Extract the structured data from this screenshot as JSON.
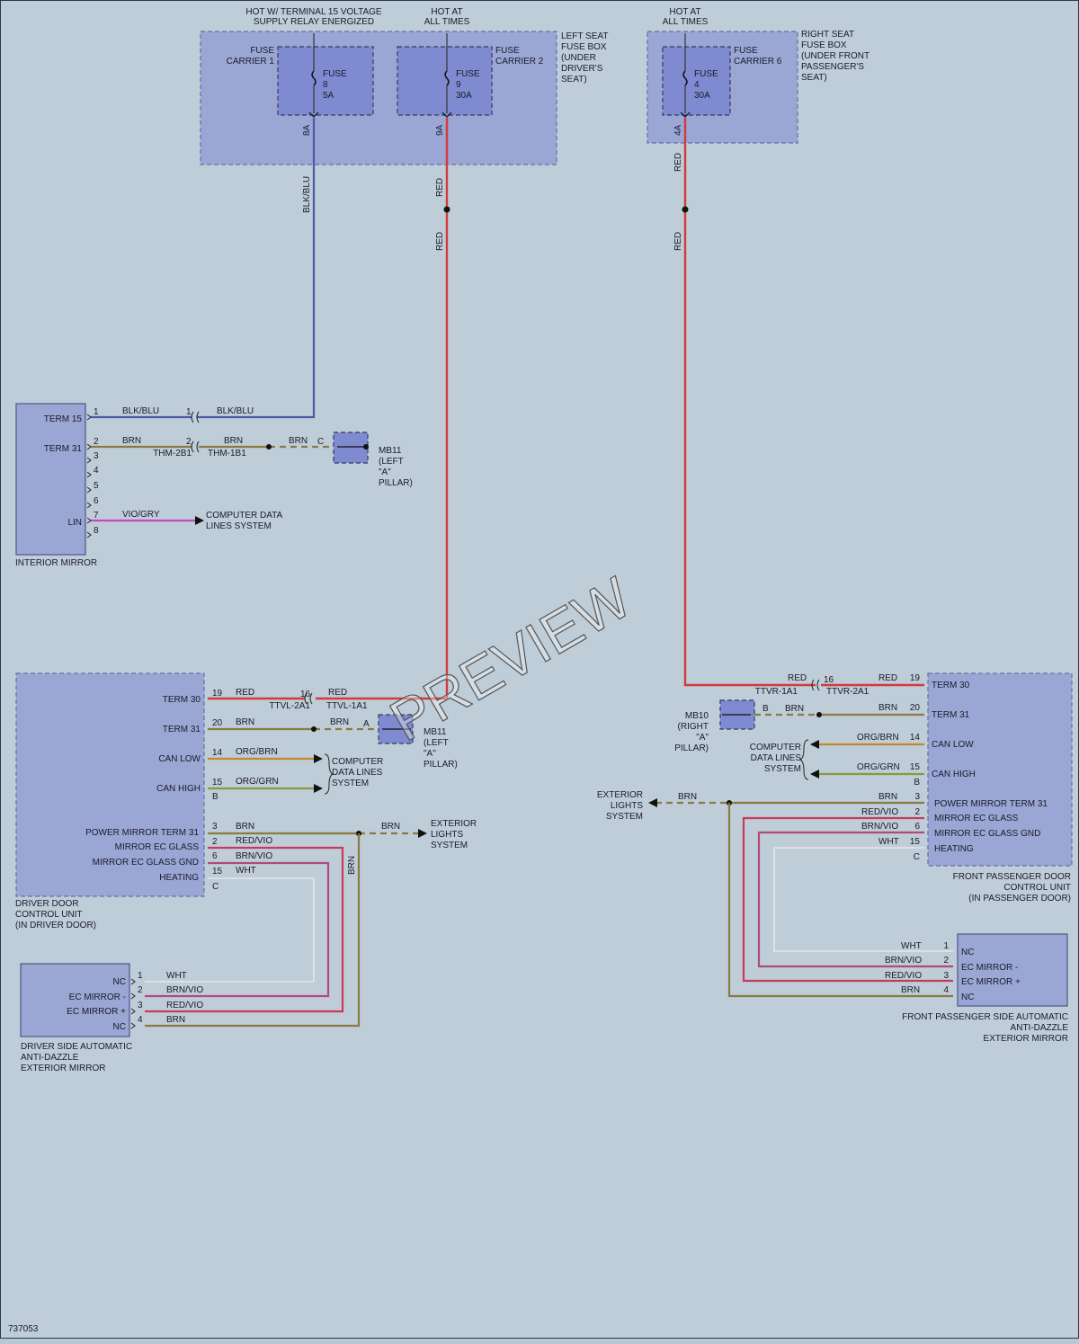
{
  "diagram_id": "737053",
  "watermark": "PREVIEW",
  "top_labels": {
    "hot_term15_l1": "HOT W/ TERMINAL 15 VOLTAGE",
    "hot_term15_l2": "SUPPLY RELAY ENERGIZED",
    "hot_all_l1": "HOT AT",
    "hot_all_l2": "ALL TIMES"
  },
  "left_fuse_box": {
    "l1": "LEFT SEAT",
    "l2": "FUSE BOX",
    "l3": "(UNDER",
    "l4": "DRIVER'S",
    "l5": "SEAT)",
    "carrier1_l1": "FUSE",
    "carrier1_l2": "CARRIER 1",
    "carrier2_l1": "FUSE",
    "carrier2_l2": "CARRIER 2",
    "fuse8": [
      "FUSE",
      "8",
      "5A"
    ],
    "fuse9": [
      "FUSE",
      "9",
      "30A"
    ],
    "pin8": "8A",
    "pin9": "9A"
  },
  "right_fuse_box": {
    "l1": "RIGHT SEAT",
    "l2": "FUSE BOX",
    "l3": "(UNDER FRONT",
    "l4": "PASSENGER'S",
    "l5": "SEAT)",
    "carrier_l1": "FUSE",
    "carrier_l2": "CARRIER 6",
    "fuse4": [
      "FUSE",
      "4",
      "30A"
    ],
    "pin4": "4A"
  },
  "wire_colors": {
    "blk_blu": "BLK/BLU",
    "red": "RED",
    "brn": "BRN",
    "vio_gry": "VIO/GRY",
    "org_brn": "ORG/BRN",
    "org_grn": "ORG/GRN",
    "red_vio": "RED/VIO",
    "brn_vio": "BRN/VIO",
    "wht": "WHT"
  },
  "interior_mirror": {
    "name": "INTERIOR MIRROR",
    "term15": "TERM 15",
    "term31": "TERM 31",
    "lin": "LIN",
    "pins": [
      "1",
      "2",
      "3",
      "4",
      "5",
      "6",
      "7",
      "8"
    ],
    "conn_thm2": "THM-2B1",
    "conn_thm1": "THM-1B1",
    "pin1": "1",
    "pin2": "2",
    "pinC": "C",
    "ground": [
      "MB11",
      "(LEFT",
      "\"A\"",
      "PILLAR)"
    ],
    "data_lines": [
      "COMPUTER DATA",
      "LINES SYSTEM"
    ]
  },
  "driver_door_cu": {
    "name": [
      "DRIVER DOOR",
      "CONTROL UNIT",
      "(IN DRIVER DOOR)"
    ],
    "term30": "TERM 30",
    "term31": "TERM 31",
    "can_low": "CAN LOW",
    "can_high": "CAN HIGH",
    "pm_term31": "POWER MIRROR TERM 31",
    "ec_glass": "MIRROR EC GLASS",
    "ec_glass_gnd": "MIRROR EC GLASS GND",
    "heating": "HEATING",
    "pins": {
      "p19": "19",
      "p20": "20",
      "p14": "14",
      "p15a": "15",
      "pB": "B",
      "p3": "3",
      "p2": "2",
      "p6": "6",
      "p15b": "15",
      "pC": "C"
    },
    "conn_ttvl2": "TTVL-2A1",
    "conn_ttvl1": "TTVL-1A1",
    "pin16": "16",
    "pinA": "A",
    "ground": [
      "MB11",
      "(LEFT",
      "\"A\"",
      "PILLAR)"
    ],
    "data_lines": [
      "COMPUTER",
      "DATA LINES",
      "SYSTEM"
    ],
    "ext_lights": [
      "EXTERIOR",
      "LIGHTS",
      "SYSTEM"
    ]
  },
  "driver_mirror": {
    "name": [
      "DRIVER SIDE AUTOMATIC",
      "ANTI-DAZZLE",
      "EXTERIOR MIRROR"
    ],
    "nc1": "NC",
    "ec_minus": "EC MIRROR -",
    "ec_plus": "EC MIRROR +",
    "nc4": "NC",
    "pins": [
      "1",
      "2",
      "3",
      "4"
    ]
  },
  "pass_door_cu": {
    "name": [
      "FRONT PASSENGER DOOR",
      "CONTROL UNIT",
      "(IN PASSENGER DOOR)"
    ],
    "term30": "TERM 30",
    "term31": "TERM 31",
    "can_low": "CAN LOW",
    "can_high": "CAN HIGH",
    "pm_term31": "POWER MIRROR TERM 31",
    "ec_glass": "MIRROR EC GLASS",
    "ec_glass_gnd": "MIRROR EC GLASS GND",
    "heating": "HEATING",
    "pins": {
      "p19": "19",
      "p20": "20",
      "p14": "14",
      "p15a": "15",
      "pB": "B",
      "p3": "3",
      "p2": "2",
      "p6": "6",
      "p15b": "15",
      "pC": "C"
    },
    "conn_ttvr1": "TTVR-1A1",
    "conn_ttvr2": "TTVR-2A1",
    "pin16": "16",
    "pinB": "B",
    "ground": [
      "MB10",
      "(RIGHT",
      "\"A\"",
      "PILLAR)"
    ],
    "data_lines": [
      "COMPUTER",
      "DATA LINES",
      "SYSTEM"
    ],
    "ext_lights": [
      "EXTERIOR",
      "LIGHTS",
      "SYSTEM"
    ]
  },
  "pass_mirror": {
    "name": [
      "FRONT PASSENGER SIDE AUTOMATIC",
      "ANTI-DAZZLE",
      "EXTERIOR MIRROR"
    ],
    "nc1": "NC",
    "ec_minus": "EC MIRROR -",
    "ec_plus": "EC MIRROR +",
    "nc4": "NC",
    "pins": [
      "1",
      "2",
      "3",
      "4"
    ]
  },
  "colors": {
    "red_wire": "#d43a3a",
    "blu_wire": "#4b5aa6",
    "brn_wire": "#8a7a40",
    "box_fill": "#9aa6d4"
  }
}
